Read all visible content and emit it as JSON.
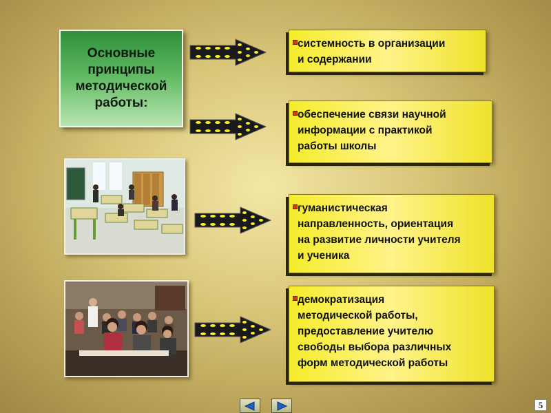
{
  "title_box": {
    "text": "Основные\nпринципы\nметодической\nработы:",
    "color": "#4caf50"
  },
  "principles": [
    {
      "text": "системность в организации\nи содержании"
    },
    {
      "text": " обеспечение связи научной\nинформации с практикой\nработы школы"
    },
    {
      "text": " гуманистическая\nнаправленность, ориентация\nна развитие личности учителя\nи ученика"
    },
    {
      "text": " демократизация\nметодической работы,\nпредоставление учителю\nсвободы выбора различных\nформ методической работы"
    }
  ],
  "accent_yellow": "#f5ec2b",
  "bullet_color": "#d23b1a",
  "navigation": {
    "prev_icon": "triangle-left-icon",
    "next_icon": "triangle-right-icon",
    "icon_color": "#1f5fbf"
  },
  "page_number": "5"
}
